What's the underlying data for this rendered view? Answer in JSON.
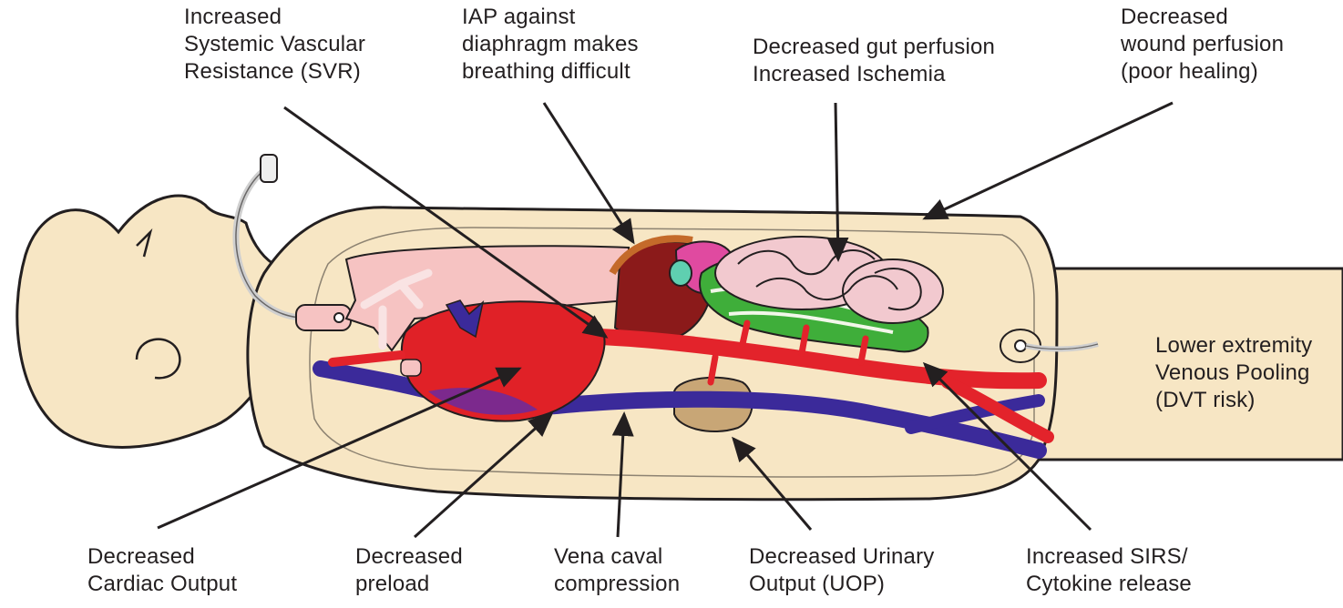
{
  "labels": {
    "svr": [
      "Increased",
      "Systemic Vascular",
      "Resistance (SVR)"
    ],
    "iap": [
      "IAP against",
      "diaphragm makes",
      "breathing difficult"
    ],
    "gut": [
      "Decreased gut perfusion",
      "Increased Ischemia"
    ],
    "wound": [
      "Decreased",
      "wound perfusion",
      "(poor healing)"
    ],
    "venous": [
      "Lower extremity",
      "Venous Pooling",
      "(DVT risk)"
    ],
    "cardiac": [
      "Decreased",
      "Cardiac Output"
    ],
    "preload": [
      "Decreased",
      "preload"
    ],
    "vena": [
      "Vena caval",
      "compression"
    ],
    "urinary": [
      "Decreased Urinary",
      "Output (UOP)"
    ],
    "sirs": [
      "Increased SIRS/",
      "Cytokine release"
    ]
  },
  "colors": {
    "skin": "#f7e6c4",
    "outline": "#231f20",
    "artery": "#e3232b",
    "vein": "#3b2a9a",
    "heart": "#e02127",
    "lung": "#f6c3c2",
    "liver": "#8b1a1a",
    "stomach": "#e04aa0",
    "gallbladder": "#5fcfb0",
    "intestine": "#f2c9cf",
    "mesentery": "#3fae3a",
    "kidney": "#c8a676",
    "arrow": "#231f20"
  },
  "icons": {
    "endotracheal_tube": "tube-icon",
    "foley_catheter": "catheter-icon"
  }
}
